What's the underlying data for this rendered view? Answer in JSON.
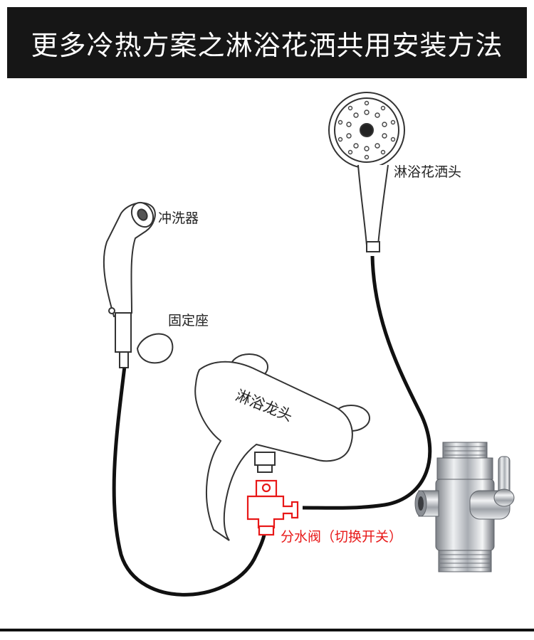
{
  "title": "更多冷热方案之淋浴花洒共用安装方法",
  "labels": {
    "shower_head": "淋浴花洒头",
    "sprayer": "冲洗器",
    "holder": "固定座",
    "faucet": "淋浴龙头",
    "diverter": "分水阀（切换开关）"
  },
  "colors": {
    "title_bg": "#161616",
    "title_fg": "#ffffff",
    "hose": "#111111",
    "outline": "#333333",
    "diverter": "#e81818",
    "chrome": "#b8bcc2"
  }
}
